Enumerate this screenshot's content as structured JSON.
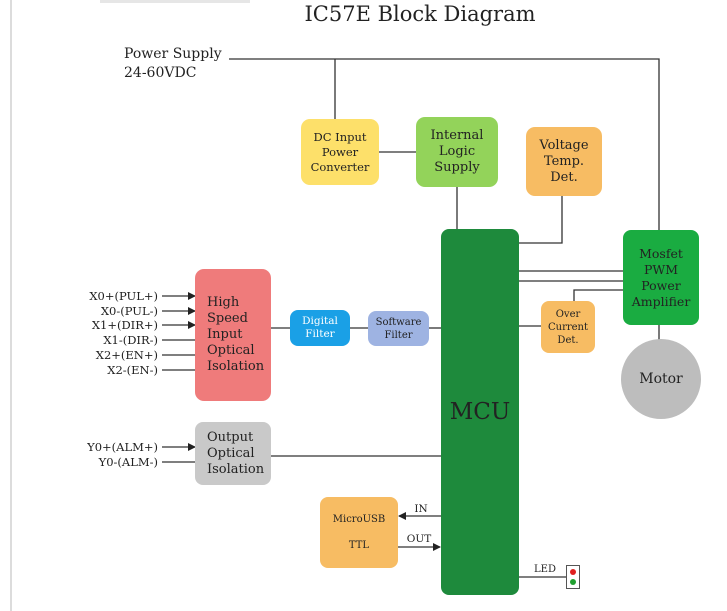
{
  "title": "IC57E Block Diagram",
  "power_supply": {
    "line1": "Power Supply",
    "line2": "24-60VDC"
  },
  "blocks": {
    "dc_input": [
      "DC Input",
      "Power",
      "Converter"
    ],
    "internal_logic": [
      "Internal",
      "Logic",
      "Supply"
    ],
    "voltage_temp": [
      "Voltage",
      "Temp.",
      "Det."
    ],
    "high_speed": [
      "High",
      "Speed",
      "Input",
      "Optical",
      "Isolation"
    ],
    "digital_filter": [
      "Digital",
      "Filter"
    ],
    "software_filter": [
      "Software",
      "Filter"
    ],
    "mcu": "MCU",
    "over_current": [
      "Over",
      "Current",
      "Det."
    ],
    "mosfet": [
      "Mosfet",
      "PWM",
      "Power",
      "Amplifier"
    ],
    "motor": "Motor",
    "output_optical": [
      "Output",
      "Optical",
      "Isolation"
    ],
    "microusb": [
      "MicroUSB",
      "TTL"
    ]
  },
  "inputs": [
    "X0+(PUL+)",
    "X0-(PUL-)",
    "X1+(DIR+)",
    "X1-(DIR-)",
    "X2+(EN+)",
    "X2-(EN-)"
  ],
  "outputs": [
    "Y0+(ALM+)",
    "Y0-(ALM-)"
  ],
  "io_labels": {
    "in": "IN",
    "out": "OUT",
    "led": "LED"
  },
  "colors": {
    "dc_input": "#fde06a",
    "internal_logic": "#93d35a",
    "voltage_temp": "#f7bc63",
    "high_speed": "#ef7b7b",
    "digital_filter": "#1aa0e6",
    "software_filter": "#9eb3e2",
    "mcu": "#1e8a3c",
    "over_current": "#f7bc63",
    "mosfet": "#1aac41",
    "motor": "#bdbdbd",
    "output_optical": "#c9c9c9",
    "microusb": "#f7bc63",
    "led_red": "#e02020",
    "led_green": "#20a030"
  }
}
